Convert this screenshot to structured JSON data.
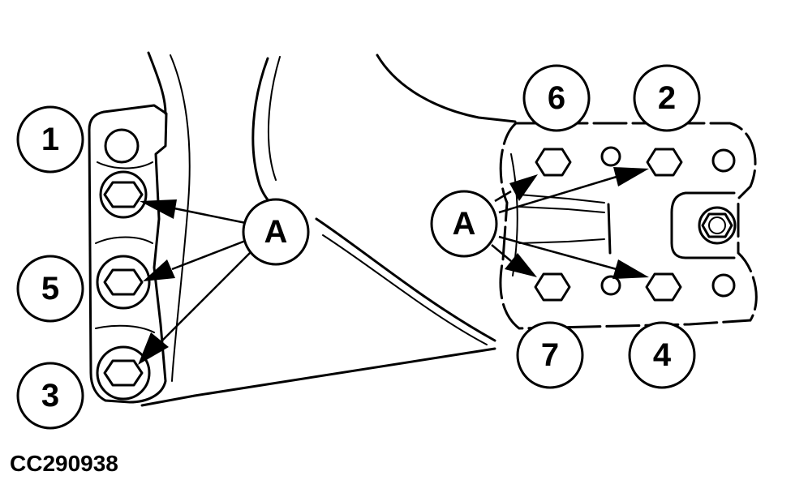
{
  "callouts": {
    "c1": "1",
    "c2": "2",
    "c3": "3",
    "c4": "4",
    "c5": "5",
    "c6": "6",
    "c7": "7",
    "a_left": "A",
    "a_right": "A"
  },
  "reference_code": "CC290938"
}
